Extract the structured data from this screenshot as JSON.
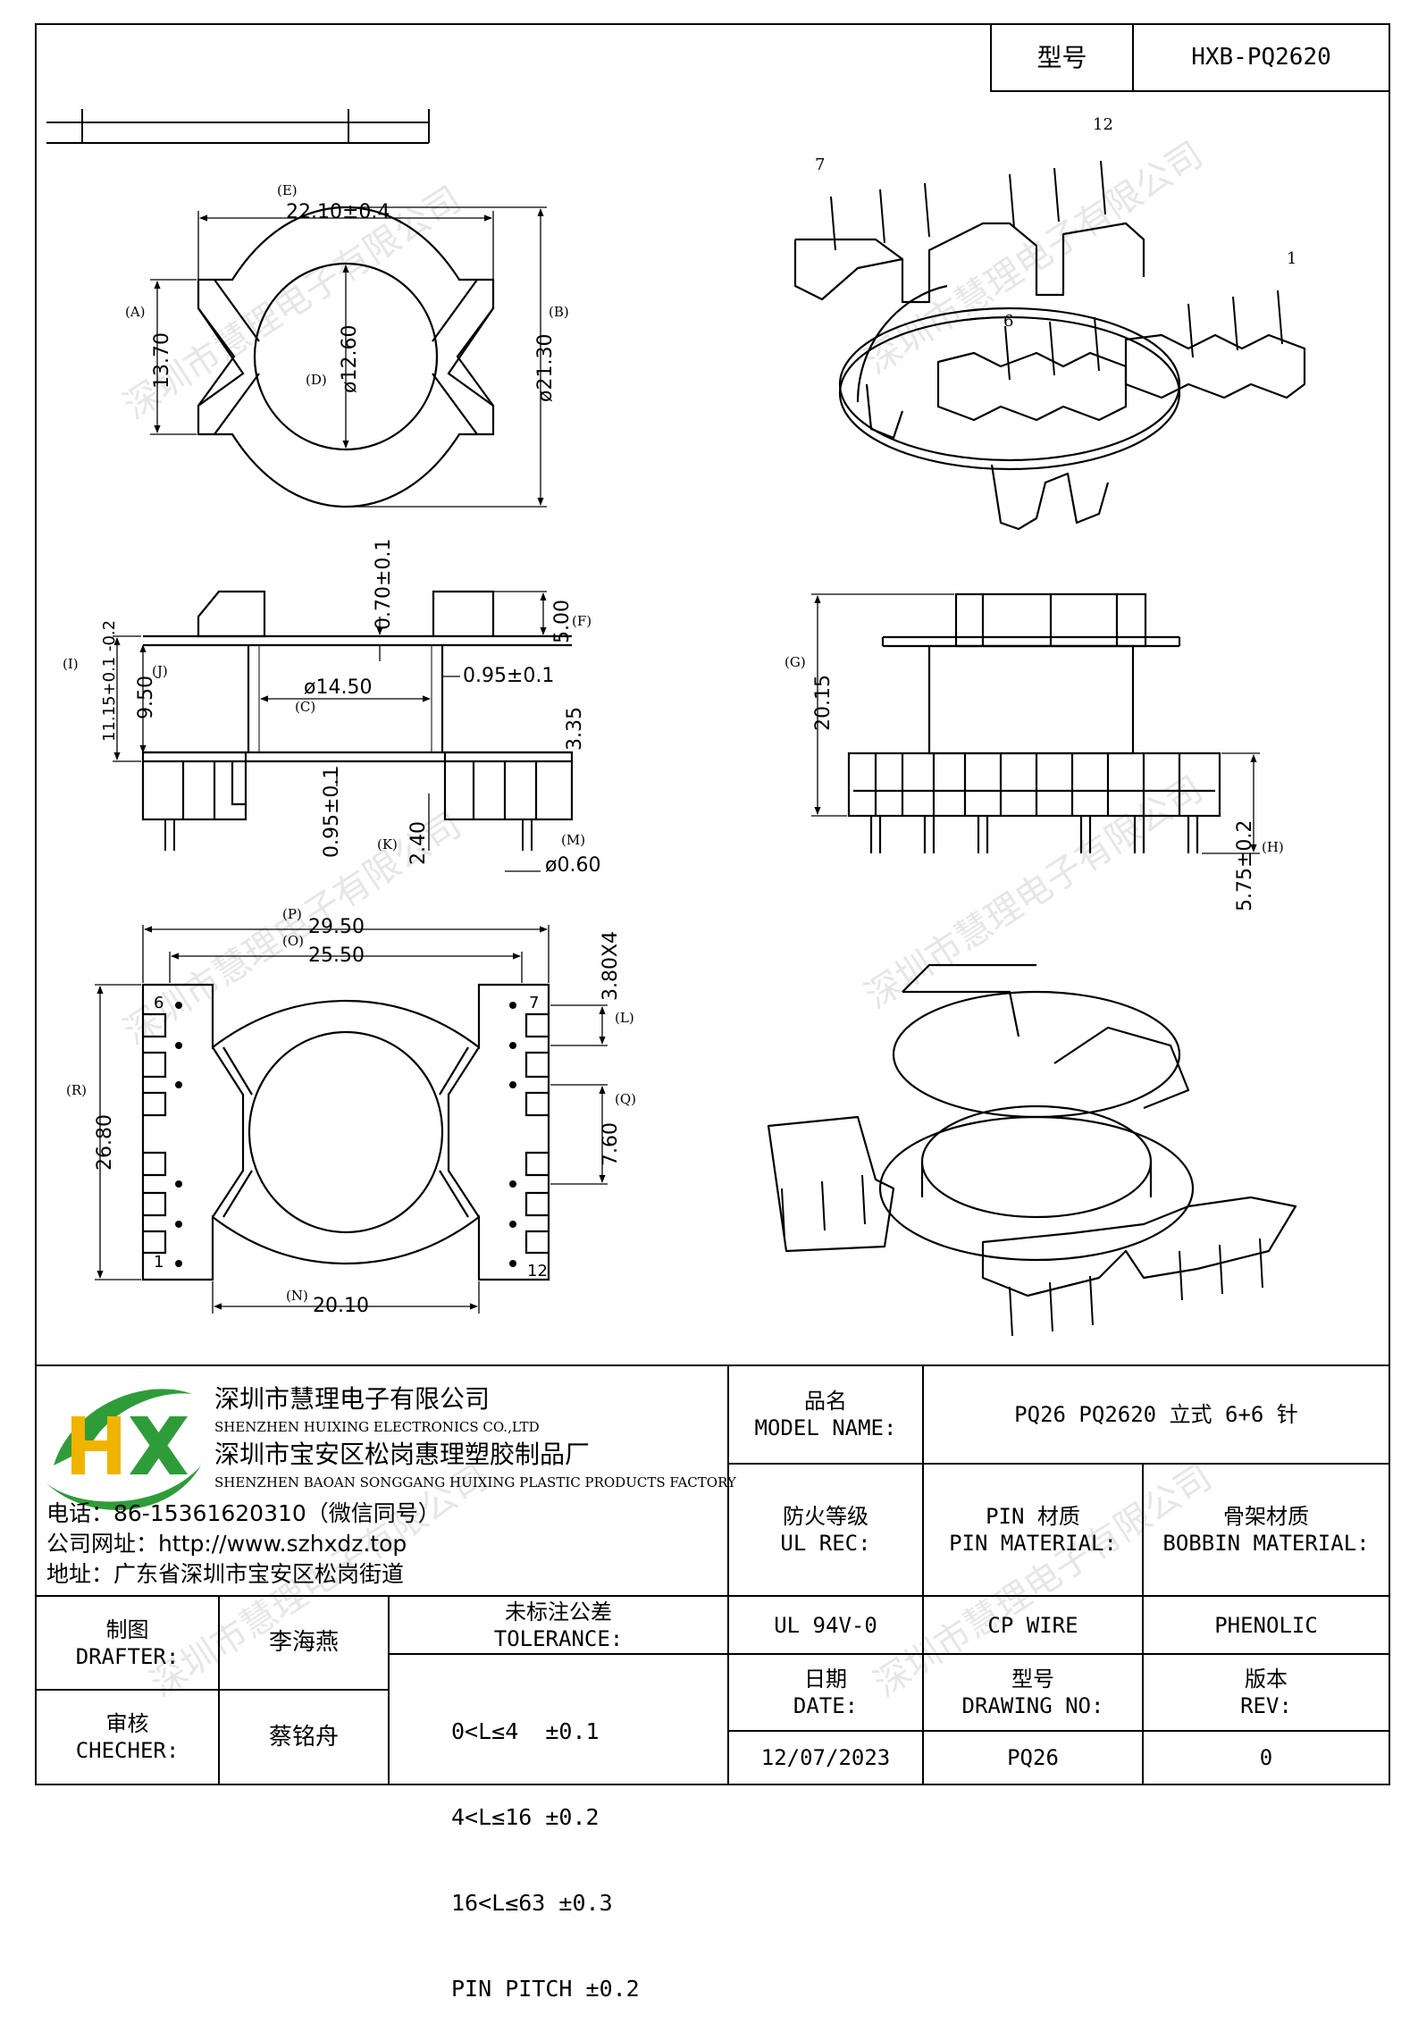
{
  "header": {
    "type_label": "型号",
    "type_value": "HXB-PQ2620"
  },
  "company": {
    "logo_letters": "HX",
    "name_cn": "深圳市慧理电子有限公司",
    "name_en": "SHENZHEN HUIXING ELECTRONICS CO.,LTD",
    "factory_cn": "深圳市宝安区松岗惠理塑胶制品厂",
    "factory_en": "SHENZHEN BAOAN SONGGANG HUIXING PLASTIC PRODUCTS FACTORY",
    "phone": "电话：86-15361620310（微信同号）",
    "website": "公司网址：http://www.szhxdz.top",
    "address": "地址：广东省深圳市宝安区松岗街道"
  },
  "watermark": "深圳市慧理电子有限公司",
  "title_block": {
    "model_name_cn": "品名",
    "model_name_en": "MODEL NAME:",
    "model_name_value": "PQ26 PQ2620 立式 6+6 针",
    "ul_cn": "防火等级",
    "ul_en": "UL REC:",
    "ul_value": "UL 94V-0",
    "pin_cn": "PIN 材质",
    "pin_en": "PIN MATERIAL:",
    "pin_value": "CP WIRE",
    "bobbin_cn": "骨架材质",
    "bobbin_en": "BOBBIN MATERIAL:",
    "bobbin_value": "PHENOLIC",
    "drafter_cn": "制图",
    "drafter_en": "DRAFTER:",
    "drafter_value": "李海燕",
    "checker_cn": "审核",
    "checker_en": "CHECHER:",
    "checker_value": "蔡铭舟",
    "tolerance_cn": "未标注公差",
    "tolerance_en": "TOLERANCE:",
    "tolerance_lines": [
      "0<L≤4  ±0.1",
      "4<L≤16 ±0.2",
      "16<L≤63 ±0.3",
      "PIN PITCH ±0.2"
    ],
    "date_cn": "日期",
    "date_en": "DATE:",
    "date_value": "12/07/2023",
    "drawing_cn": "型号",
    "drawing_en": "DRAWING NO:",
    "drawing_value": "PQ26",
    "rev_cn": "版本",
    "rev_en": "REV:",
    "rev_value": "0"
  },
  "top_view": {
    "e": "(E)",
    "e_val": "22.10±0.4",
    "a": "(A)",
    "a_val": "13.70",
    "b": "(B)",
    "b_val": "ø21.30",
    "d": "(D)",
    "d_val": "ø12.60"
  },
  "side_view": {
    "i": "(I)",
    "i_val": "11.15+0.1 -0.2",
    "j": "(J)",
    "j_val": "9.50",
    "c": "(C)",
    "c_val": "ø14.50",
    "f": "(F)",
    "f_val": "5.00",
    "top_wall": "0.70±0.1",
    "wall": "0.95±0.1",
    "h335": "3.35",
    "bottom_wall": "0.95±0.1",
    "k": "(K)",
    "k_val": "2.40",
    "m": "(M)",
    "m_val": "ø0.60"
  },
  "front_view": {
    "g": "(G)",
    "g_val": "20.15",
    "h": "(H)",
    "h_val": "5.75±0.2"
  },
  "bottom_view": {
    "p": "(P)",
    "p_val": "29.50",
    "o": "(O)",
    "o_val": "25.50",
    "l": "(L)",
    "l_val": "3.80X4",
    "r": "(R)",
    "r_val": "26.80",
    "q": "(Q)",
    "q_val": "7.60",
    "n": "(N)",
    "n_val": "20.10",
    "pin6": "6",
    "pin7": "7",
    "pin1": "1",
    "pin12": "12"
  },
  "iso_top": {
    "pin7": "7",
    "pin12": "12",
    "pin1": "1",
    "pin6": "6"
  }
}
